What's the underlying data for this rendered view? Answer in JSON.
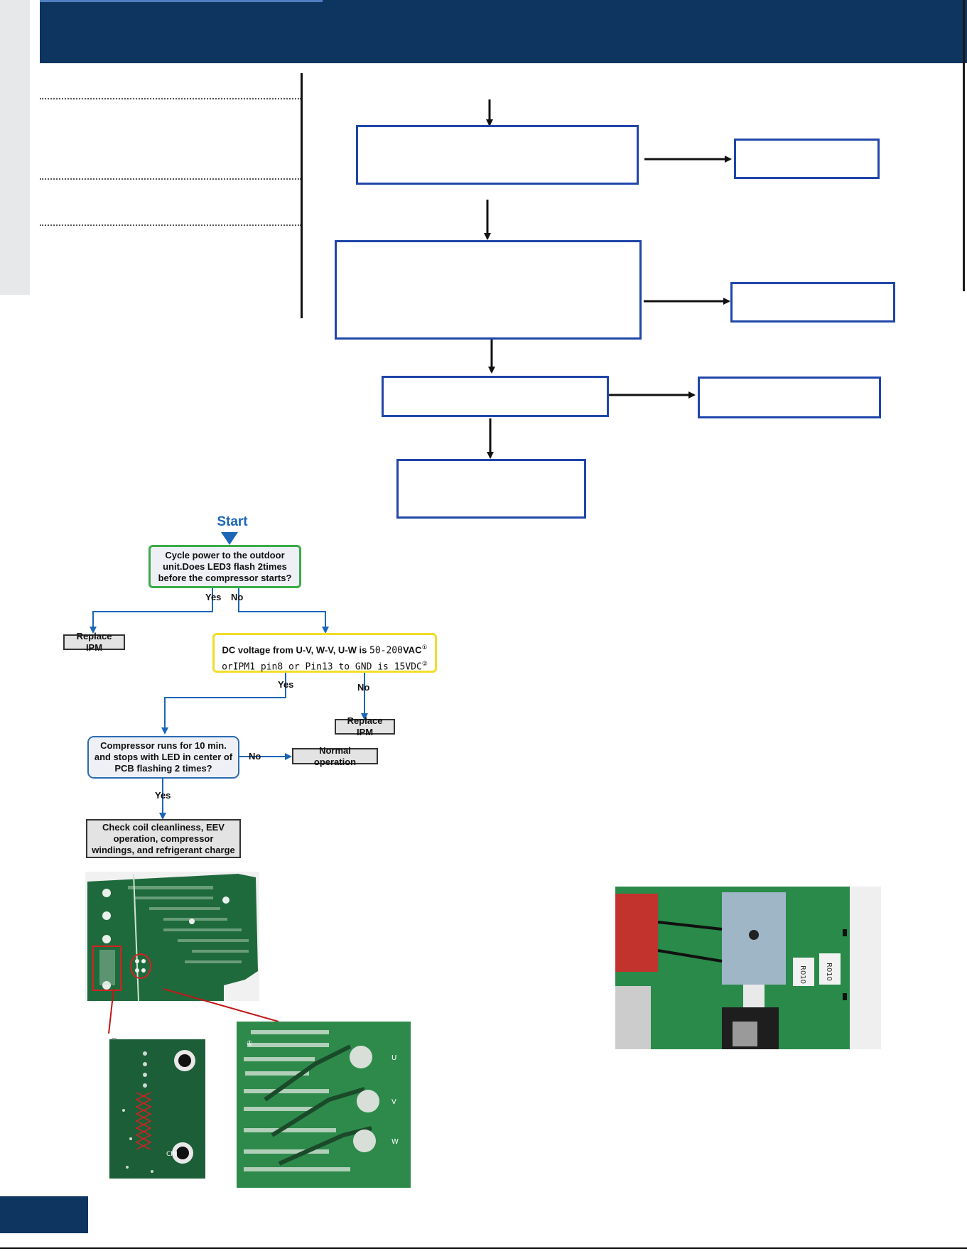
{
  "flowchart": {
    "start_label": "Start",
    "step1": "Cycle power to the outdoor unit.Does LED3  flash 2times before the compressor starts?",
    "step1_yes": "Yes",
    "step1_no": "No",
    "replace_ipm_1": "Replace IPM",
    "step2": {
      "part1": "DC voltage from U-V, W-V, U-W is",
      "value1": "50-200",
      "unit1": "VAC",
      "sup1": "①",
      "part2": "orIPM1 pin8 or Pin13 to GND  is 15VDC",
      "sup2": "②"
    },
    "step2_yes": "Yes",
    "step2_no": "No",
    "replace_ipm_2": "Replace IPM",
    "step3": "Compressor runs for 10 min. and stops with LED in center of PCB flashing 2 times?",
    "step3_no": "No",
    "normal_operation": "Normal operation",
    "step3_yes": "Yes",
    "step4": "Check coil cleanliness, EEV operation, compressor windings, and refrigerant charge"
  },
  "photos": {
    "zoom_left_marker": "②",
    "zoom_right_marker": "①",
    "zoom_right_labels": [
      "U",
      "V",
      "W"
    ],
    "zoom_left_label": "CIN",
    "ipm_labels": [
      "R010",
      "R010"
    ]
  },
  "colors": {
    "header": "#0d3560",
    "flow_box_border": "#2046a8",
    "start_blue": "#1c66b8",
    "green": "#3aab48",
    "yellow": "#f2dc2a",
    "pcb_green": "#1f6a3d"
  }
}
